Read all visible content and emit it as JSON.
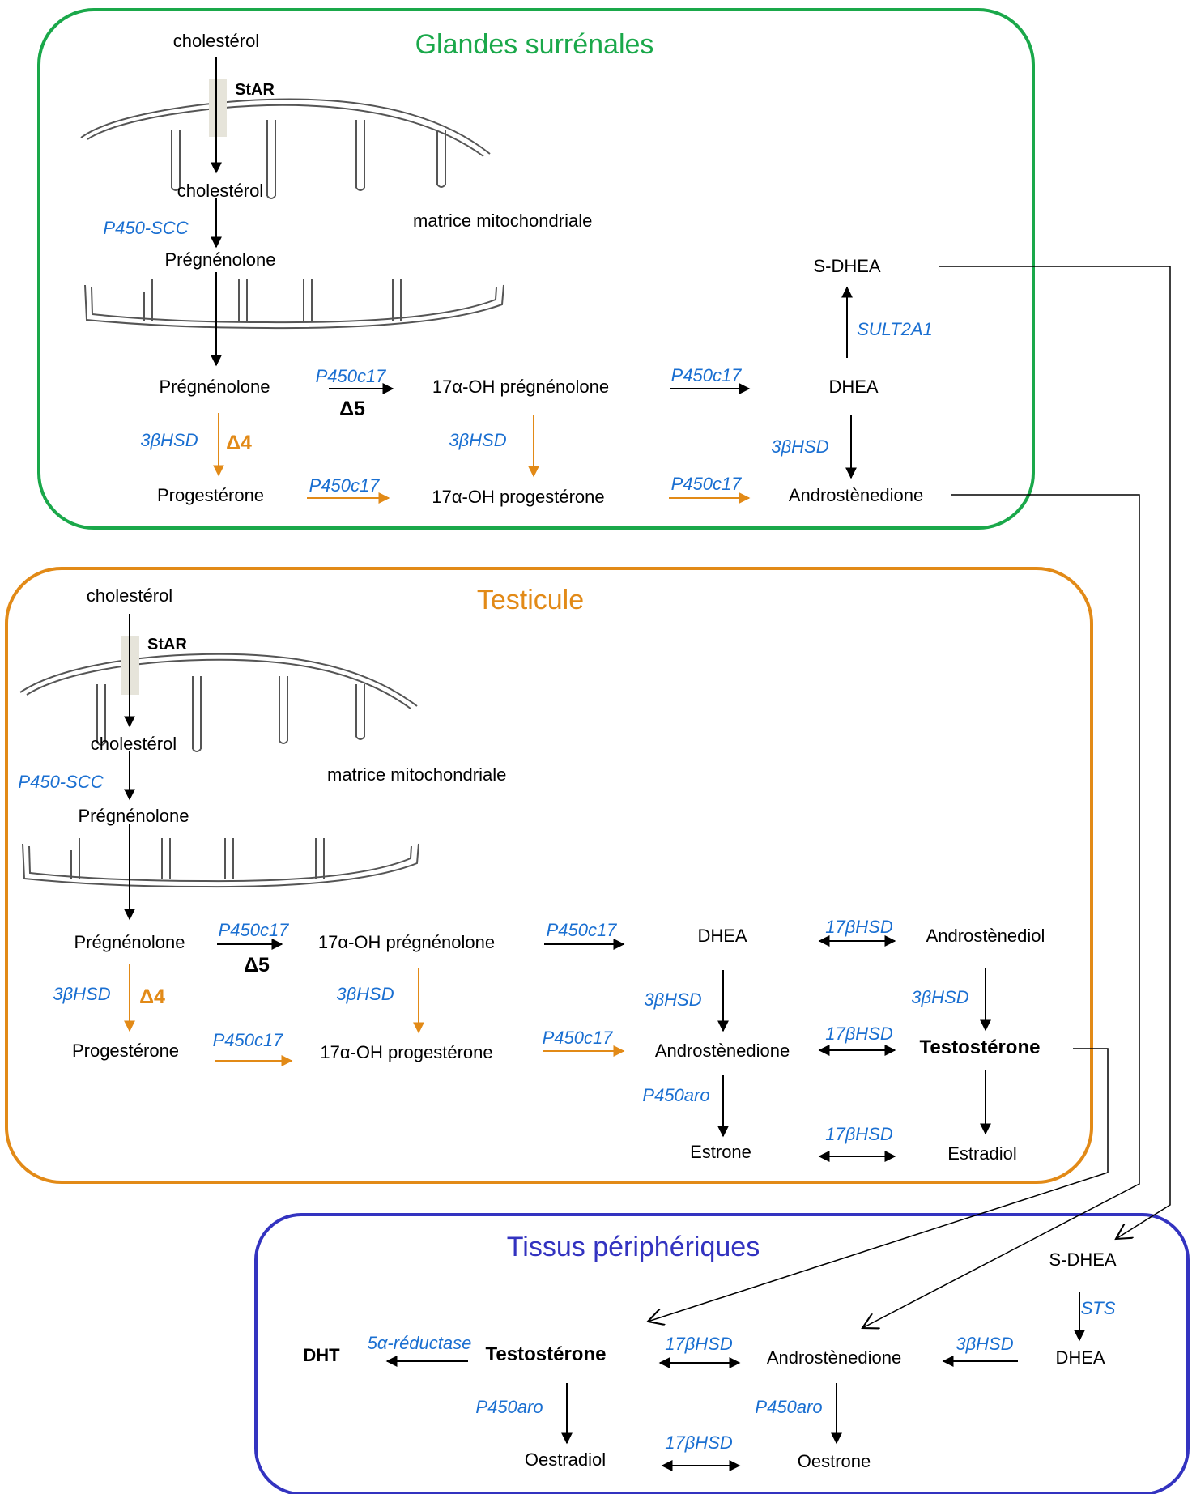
{
  "colors": {
    "adrenal_border": "#1aa84a",
    "testis_border": "#e28a17",
    "peripheral_border": "#3333c0",
    "enzyme_text": "#1a6fd1",
    "delta4_arrows": "#e28a17",
    "arrows": "#000000",
    "membrane_channel": "#e6e4da"
  },
  "adrenal": {
    "title": "Glandes surrénales",
    "cholesterol_outer": "cholestérol",
    "star": "StAR",
    "cholesterol_inner": "cholestérol",
    "p450scc": "P450-SCC",
    "pregnenolone_matrix": "Prégnénolone",
    "matrix": "matrice mitochondriale",
    "pregnenolone": "Prégnénolone",
    "p450c17_a": "P450c17",
    "delta5": "Δ5",
    "oh_pregnenolone": "17α-OH prégnénolone",
    "p450c17_b": "P450c17",
    "dhea": "DHEA",
    "sult2a1": "SULT2A1",
    "s_dhea": "S-DHEA",
    "hsd_a": "3βHSD",
    "delta4": "Δ4",
    "progesterone": "Progestérone",
    "p450c17_c": "P450c17",
    "hsd_b": "3βHSD",
    "oh_progesterone": "17α-OH progestérone",
    "p450c17_d": "P450c17",
    "hsd_c": "3βHSD",
    "androstenedione": "Androstènedione"
  },
  "testis": {
    "title": "Testicule",
    "cholesterol_outer": "cholestérol",
    "star": "StAR",
    "cholesterol_inner": "cholestérol",
    "p450scc": "P450-SCC",
    "pregnenolone_matrix": "Prégnénolone",
    "matrix": "matrice mitochondriale",
    "pregnenolone": "Prégnénolone",
    "p450c17_a": "P450c17",
    "delta5": "Δ5",
    "oh_pregnenolone": "17α-OH prégnénolone",
    "p450c17_b": "P450c17",
    "dhea": "DHEA",
    "hsd17_a": "17βHSD",
    "androstenediol": "Androstènediol",
    "hsd_a": "3βHSD",
    "delta4": "Δ4",
    "hsd_b": "3βHSD",
    "hsd_c": "3βHSD",
    "hsd_d": "3βHSD",
    "progesterone": "Progestérone",
    "p450c17_c": "P450c17",
    "oh_progesterone": "17α-OH progestérone",
    "p450c17_d": "P450c17",
    "androstenedione": "Androstènedione",
    "hsd17_b": "17βHSD",
    "testosterone": "Testostérone",
    "p450aro": "P450aro",
    "estrone": "Estrone",
    "hsd17_c": "17βHSD",
    "estradiol": "Estradiol"
  },
  "peripheral": {
    "title": "Tissus périphériques",
    "s_dhea": "S-DHEA",
    "sts": "STS",
    "dht": "DHT",
    "reductase": "5α-réductase",
    "testosterone": "Testostérone",
    "hsd17_a": "17βHSD",
    "androstenedione": "Androstènedione",
    "hsd": "3βHSD",
    "dhea": "DHEA",
    "p450aro_a": "P450aro",
    "p450aro_b": "P450aro",
    "oestradiol": "Oestradiol",
    "hsd17_b": "17βHSD",
    "oestrone": "Oestrone"
  }
}
